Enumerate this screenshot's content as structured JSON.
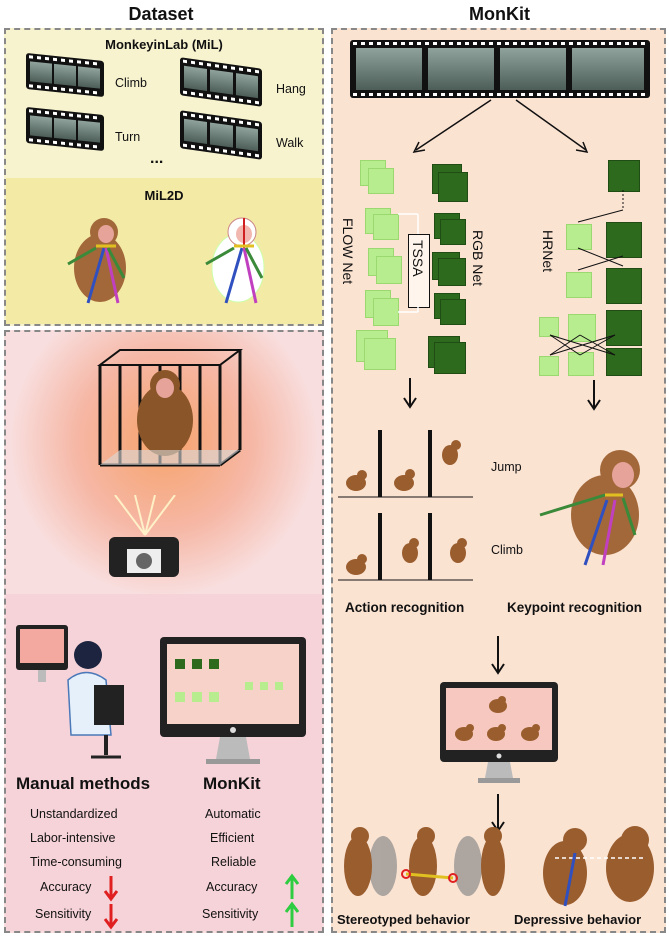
{
  "titles": {
    "left": "Dataset",
    "right": "MonKit"
  },
  "dataset": {
    "mil_title": "MonkeyinLab (MiL)",
    "actions": [
      "Climb",
      "Hang",
      "Turn",
      "Walk"
    ],
    "ellipsis": "...",
    "mil2d_title": "MiL2D"
  },
  "networks": {
    "flow": "FLOW Net",
    "rgb": "RGB Net",
    "tssa": "TSSA",
    "hrnet": "HRNet"
  },
  "recognition": {
    "jump": "Jump",
    "climb": "Climb",
    "action_label": "Action recognition",
    "keypoint_label": "Keypoint recognition"
  },
  "behaviors": {
    "stereotyped": "Stereotyped behavior",
    "depressive": "Depressive behavior"
  },
  "comparison": {
    "manual": {
      "title": "Manual methods",
      "traits": [
        "Unstandardized",
        "Labor-intensive",
        "Time-consuming"
      ],
      "metrics": [
        "Accuracy",
        "Sensitivity"
      ]
    },
    "monkit": {
      "title": "MonKit",
      "traits": [
        "Automatic",
        "Efficient",
        "Reliable"
      ],
      "metrics": [
        "Accuracy",
        "Sensitivity"
      ]
    }
  },
  "colors": {
    "up_arrow": "#2ecc40",
    "down_arrow": "#e02020",
    "light_net": "#b7ec8f",
    "dark_net": "#2e6a1d"
  }
}
